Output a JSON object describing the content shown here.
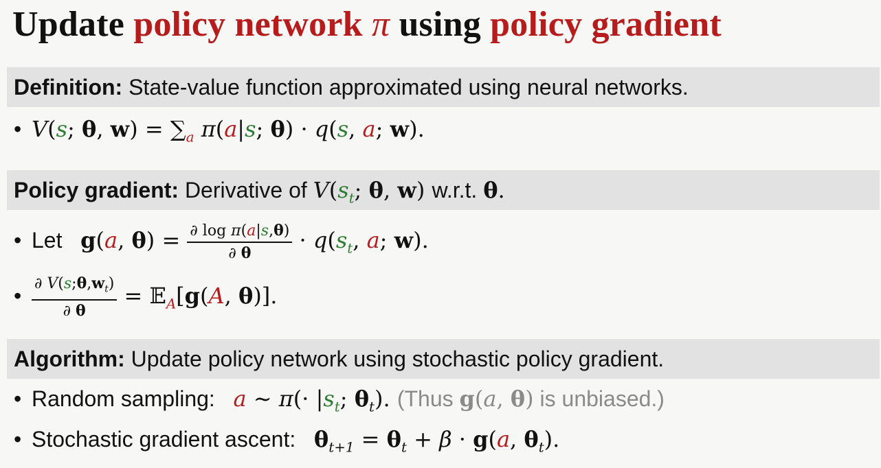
{
  "title": {
    "part1": "Update ",
    "part2": "policy network",
    "part3": " π ",
    "part4": "using ",
    "part5": "policy gradient"
  },
  "definition": {
    "label": "Definition:",
    "text": " State-value function approximated using neural networks."
  },
  "policy_gradient": {
    "label": "Policy gradient:",
    "text_before": " Derivative of ",
    "text_after": " w.r.t. ",
    "bullet_let": "Let"
  },
  "algorithm": {
    "label": "Algorithm:",
    "text": " Update policy network using stochastic policy gradient.",
    "bullet1_label": "Random sampling:",
    "bullet1_note1": "(Thus ",
    "bullet1_note2": " is unbiased.)",
    "bullet2_label": "Stochastic gradient ascent:"
  },
  "colors": {
    "title_red": "#b71c1c",
    "state_green": "#2e7d32",
    "band_gray": "#e2e2e2"
  }
}
